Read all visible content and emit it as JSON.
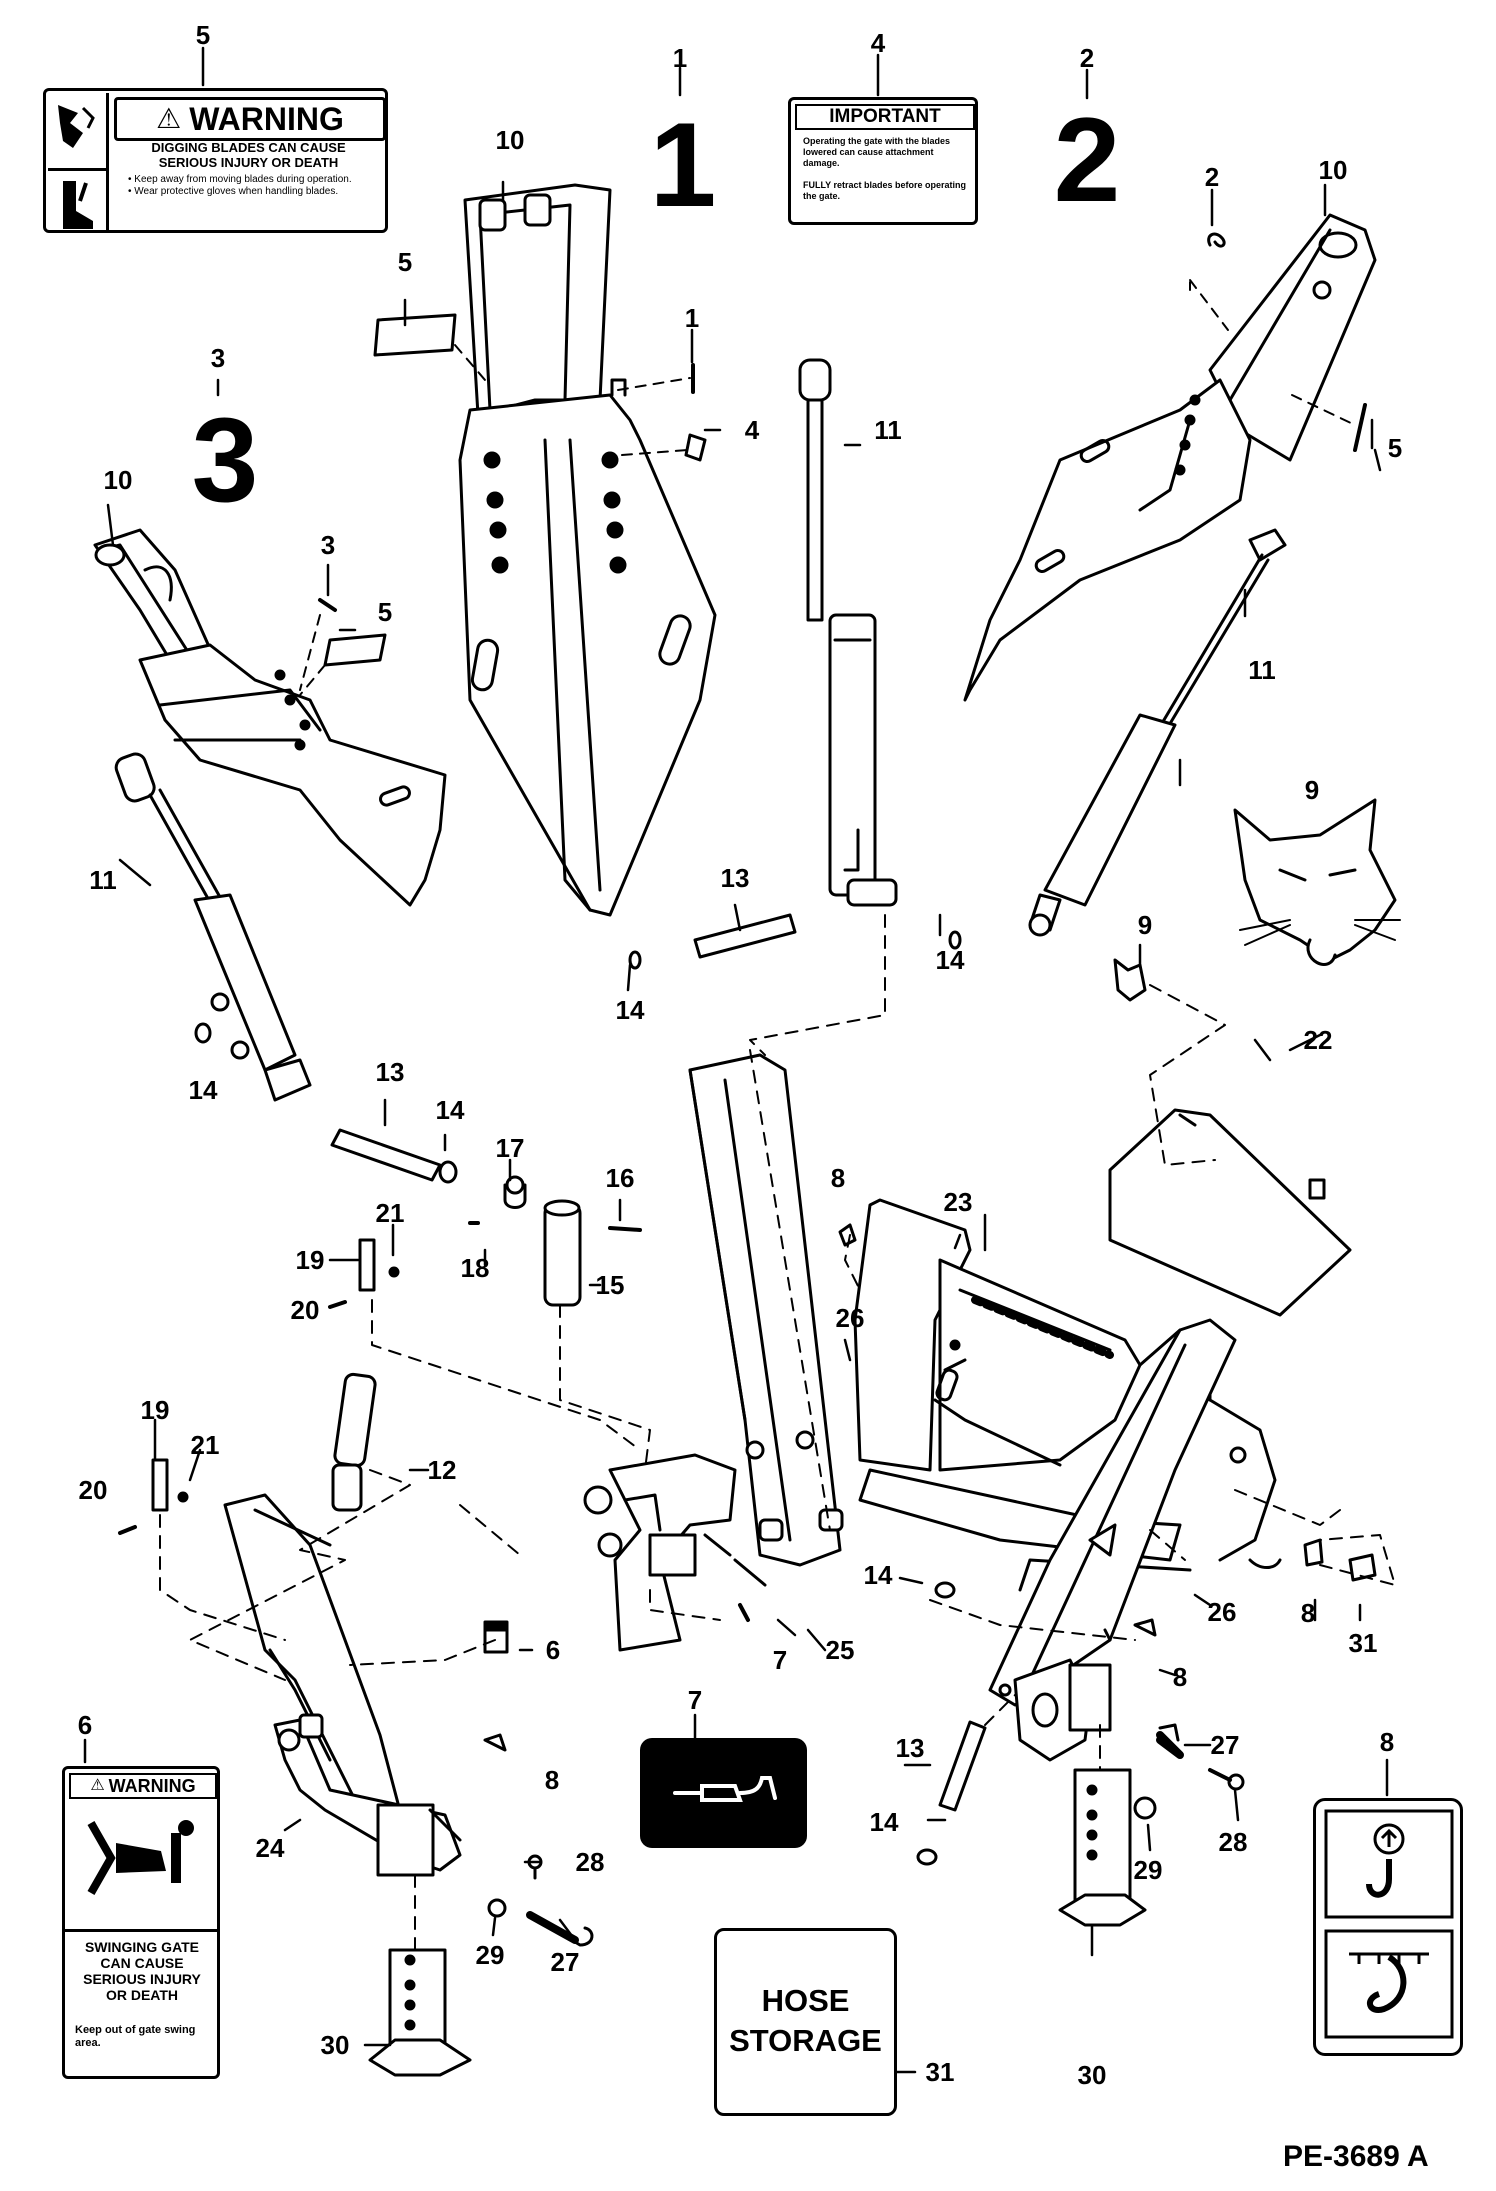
{
  "callouts": {
    "c1": "1",
    "c2": "2",
    "c3": "3",
    "c4": "4",
    "c5": "5",
    "c6": "6",
    "c7": "7",
    "c8": "8",
    "c9": "9",
    "c10": "10",
    "c11": "11",
    "c12": "12",
    "c13": "13",
    "c14": "14",
    "c15": "15",
    "c16": "16",
    "c17": "17",
    "c18": "18",
    "c19": "19",
    "c20": "20",
    "c21": "21",
    "c22": "22",
    "c23": "23",
    "c24": "24",
    "c25": "25",
    "c26": "26",
    "c27": "27",
    "c28": "28",
    "c29": "29",
    "c30": "30",
    "c31": "31"
  },
  "big_numbers": {
    "one": "1",
    "two": "2",
    "three": "3"
  },
  "decals": {
    "warning5": {
      "title": "WARNING",
      "headline": "DIGGING BLADES CAN CAUSE SERIOUS INJURY OR DEATH",
      "bullets": [
        "Keep away from moving blades during operation.",
        "Wear protective gloves when handling blades."
      ]
    },
    "important4": {
      "title": "IMPORTANT",
      "para1": "Operating the gate with the blades lowered can cause attachment damage.",
      "para2": "FULLY retract blades before operating the gate."
    },
    "warning6": {
      "title": "WARNING",
      "headline": "SWINGING GATE CAN CAUSE SERIOUS INJURY OR DEATH",
      "body": "Keep out of gate swing area."
    },
    "hose31": {
      "line1": "HOSE",
      "line2": "STORAGE"
    }
  },
  "drawing_code": "PE-3689 A",
  "colors": {
    "ink": "#000000",
    "paper": "#ffffff"
  }
}
